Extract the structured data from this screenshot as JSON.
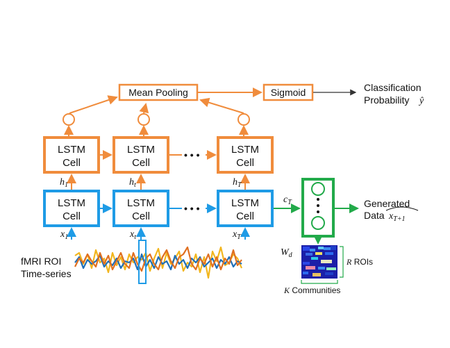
{
  "colors": {
    "orange": "#F08C3C",
    "blue": "#1E9BE6",
    "green": "#22AA4A",
    "ts_orange": "#E07020",
    "ts_yellow": "#F2B61E",
    "ts_blue": "#1F6FB8",
    "heat_bg": "#1B1FA8"
  },
  "pooling": {
    "label": "Mean Pooling"
  },
  "sigmoid": {
    "label": "Sigmoid"
  },
  "output": {
    "line1": "Classification",
    "line2": "Probability",
    "symbol": "ŷ"
  },
  "lstm_top": [
    {
      "line1": "LSTM",
      "line2": "Cell"
    },
    {
      "line1": "LSTM",
      "line2": "Cell"
    },
    {
      "line1": "LSTM",
      "line2": "Cell"
    }
  ],
  "lstm_bottom": [
    {
      "line1": "LSTM",
      "line2": "Cell"
    },
    {
      "line1": "LSTM",
      "line2": "Cell"
    },
    {
      "line1": "LSTM",
      "line2": "Cell"
    }
  ],
  "hidden": [
    {
      "base": "h",
      "sub": "1"
    },
    {
      "base": "h",
      "sub": "t"
    },
    {
      "base": "h",
      "sub": "T"
    }
  ],
  "inputs": [
    {
      "base": "x",
      "sub": "1"
    },
    {
      "base": "x",
      "sub": "t"
    },
    {
      "base": "x",
      "sub": "T"
    }
  ],
  "context": {
    "base": "c",
    "sub": "T"
  },
  "generated": {
    "line1": "Generated",
    "line2": "Data",
    "symbol": "x",
    "sub": "T+1"
  },
  "weights": {
    "base": "W",
    "sub": "d"
  },
  "rois": {
    "symbol": "R",
    "label": "ROIs"
  },
  "communities": {
    "symbol": "K",
    "label": "Communities"
  },
  "fmri": {
    "line1": "fMRI ROI",
    "line2": "Time-series"
  },
  "ellipsis": "• • •"
}
